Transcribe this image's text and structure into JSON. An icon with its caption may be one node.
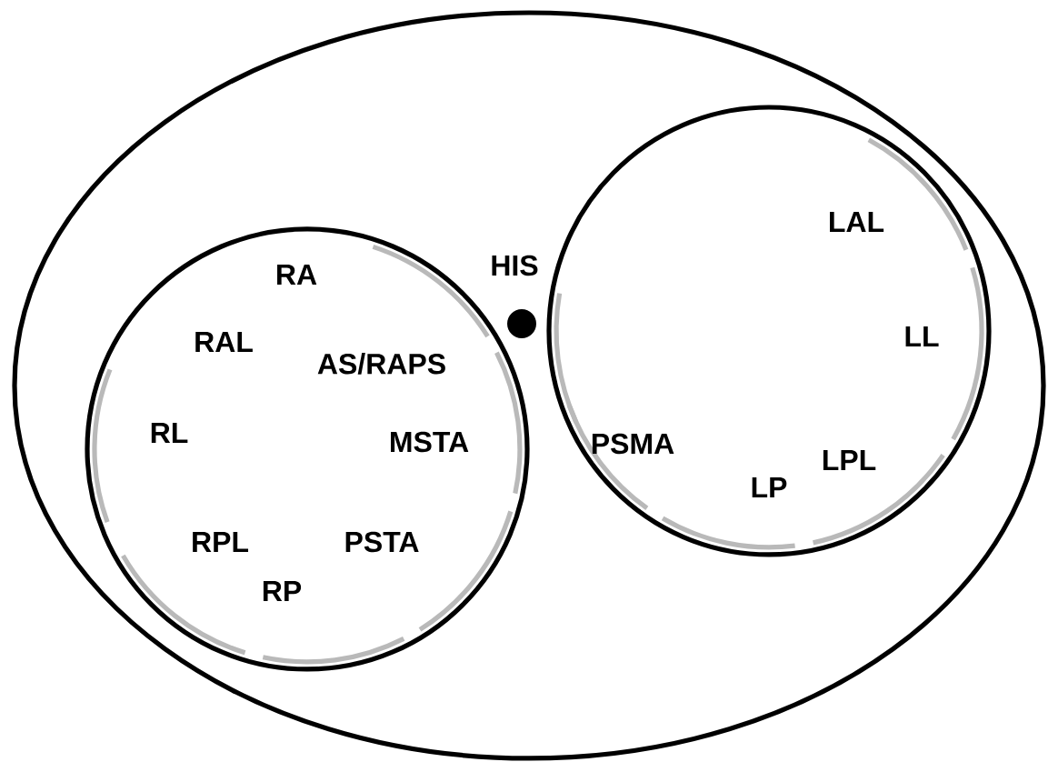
{
  "diagram": {
    "nodes": [
      {
        "text": [],
        "shape": "ellipse"
      },
      {
        "text": [
          "RA",
          "RAL",
          "AS/RAPS",
          "RL",
          "MSTA",
          "RPL",
          "PSTA",
          "RP"
        ],
        "in": 0
      },
      {
        "text": [
          "LAL",
          "LL",
          "PSMA",
          "LPL",
          "LP"
        ],
        "in": 0
      },
      {
        "text": [],
        "shape": "dot",
        "in": 0
      }
    ],
    "labels": [
      "HIS"
    ]
  }
}
